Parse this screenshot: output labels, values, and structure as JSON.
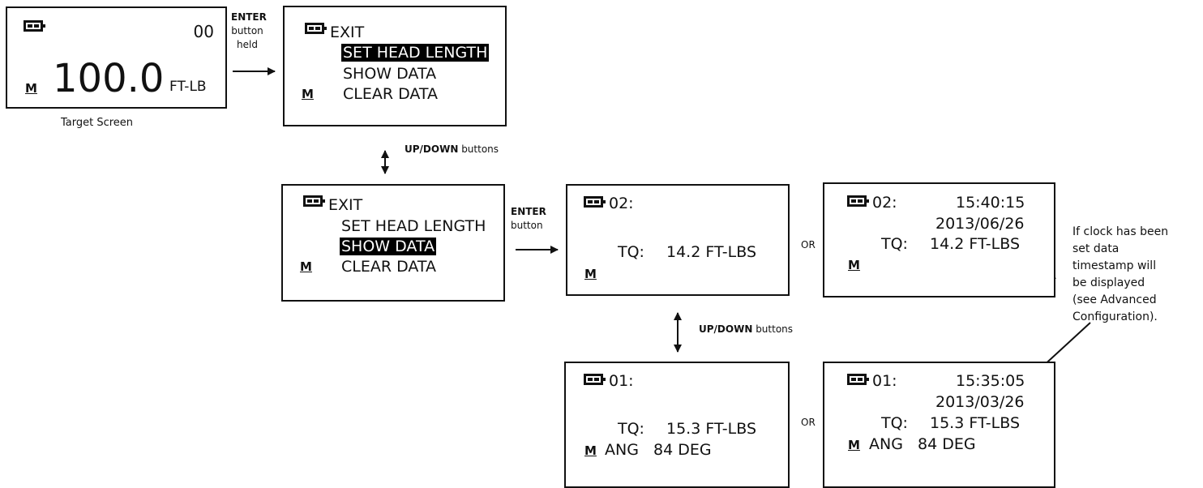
{
  "target": {
    "count": "00",
    "mode": "M",
    "value": "100.0",
    "unit": "FT-LB",
    "caption": "Target Screen"
  },
  "menu": {
    "items": [
      "EXIT",
      "SET HEAD LENGTH",
      "SHOW DATA",
      "CLEAR DATA"
    ],
    "mode": "M"
  },
  "records": {
    "r02": {
      "index": "02:",
      "time": "15:40:15",
      "date": "2013/06/26",
      "tq_label": "TQ:",
      "tq": "14.2 FT-LBS",
      "mode": "M"
    },
    "r01": {
      "index": "01:",
      "time": "15:35:05",
      "date": "2013/03/26",
      "tq_label": "TQ:",
      "tq": "15.3 FT-LBS",
      "ang_label": "ANG",
      "ang": "84 DEG",
      "mode": "M"
    }
  },
  "labels": {
    "enter_bold": "ENTER",
    "button": "button",
    "held": "held",
    "updown_bold": "UP/DOWN",
    "buttons": " buttons",
    "or": "OR"
  },
  "note": {
    "lines": [
      "If clock has been",
      "set data",
      "timestamp will",
      "be displayed",
      "(see Advanced",
      "Configuration)."
    ]
  }
}
